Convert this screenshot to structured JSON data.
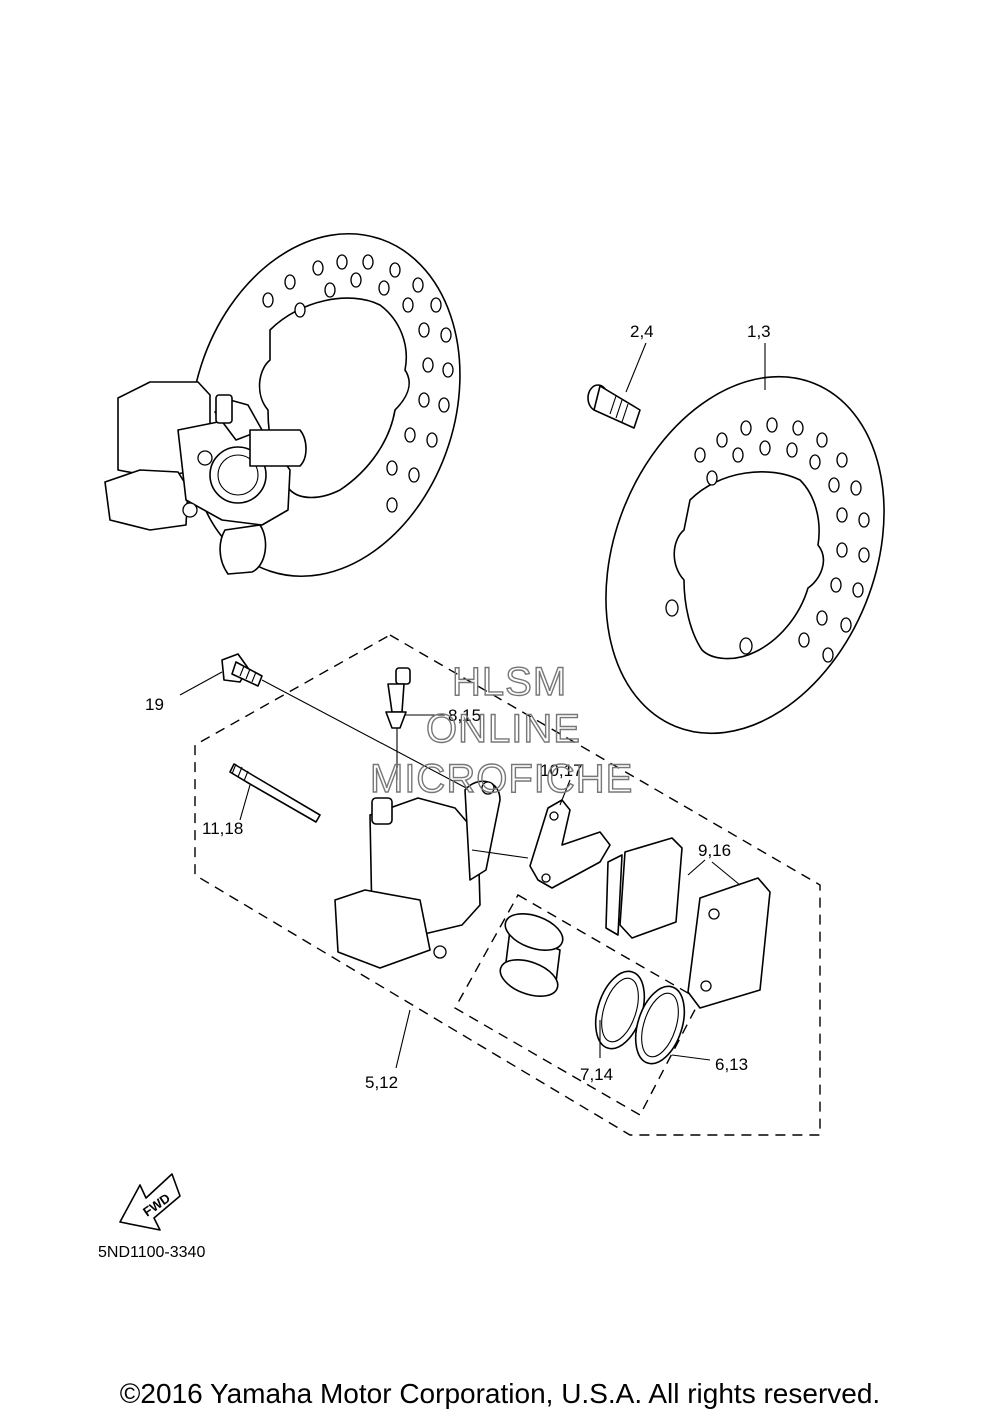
{
  "labels": {
    "disc": "1,3",
    "disc_bolt": "2,4",
    "caliper": "5,12",
    "piston": "6,13",
    "seal": "7,14",
    "bleed_screw": "8,15",
    "pad_kit": "9,16",
    "pad_support": "10,17",
    "pin": "11,18",
    "caliper_bolt": "19"
  },
  "watermark": {
    "line1": "HLSM",
    "line2": "ONLINE",
    "line3": "MICROFICHE"
  },
  "fwd_text": "FWD",
  "diagram_code": "5ND1100-3340",
  "copyright": "©2016 Yamaha Motor Corporation, U.S.A. All rights reserved."
}
